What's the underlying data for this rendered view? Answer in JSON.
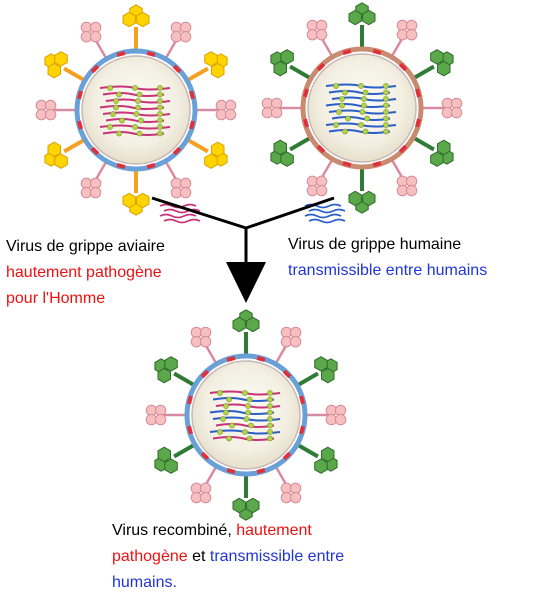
{
  "captions": {
    "avian": {
      "line1": "Virus de grippe aviaire",
      "line2": "hautement pathogène",
      "line3": "pour l'Homme"
    },
    "human": {
      "line1": "Virus de grippe humaine",
      "line2": "transmissible entre humains"
    },
    "recombinant": {
      "part1": "Virus recombiné, ",
      "part2": "hautement",
      "part3": "pathogène",
      "part4": " et ",
      "part5": "transmissible entre",
      "part6": "humains."
    }
  },
  "colors": {
    "avian_glycoprotein": "#ffd400",
    "avian_stalk": "#f5a020",
    "human_glycoprotein": "#5aa84a",
    "human_stalk": "#2f7a35",
    "neuraminidase": "#f6c0c0",
    "avian_rna": "#c8337a",
    "human_rna": "#2a5ec8",
    "envelope_blue": "#6aa0d8",
    "envelope_brown": "#c98a70",
    "caption_red": "#ee1111",
    "caption_blue": "#1f35d6"
  }
}
